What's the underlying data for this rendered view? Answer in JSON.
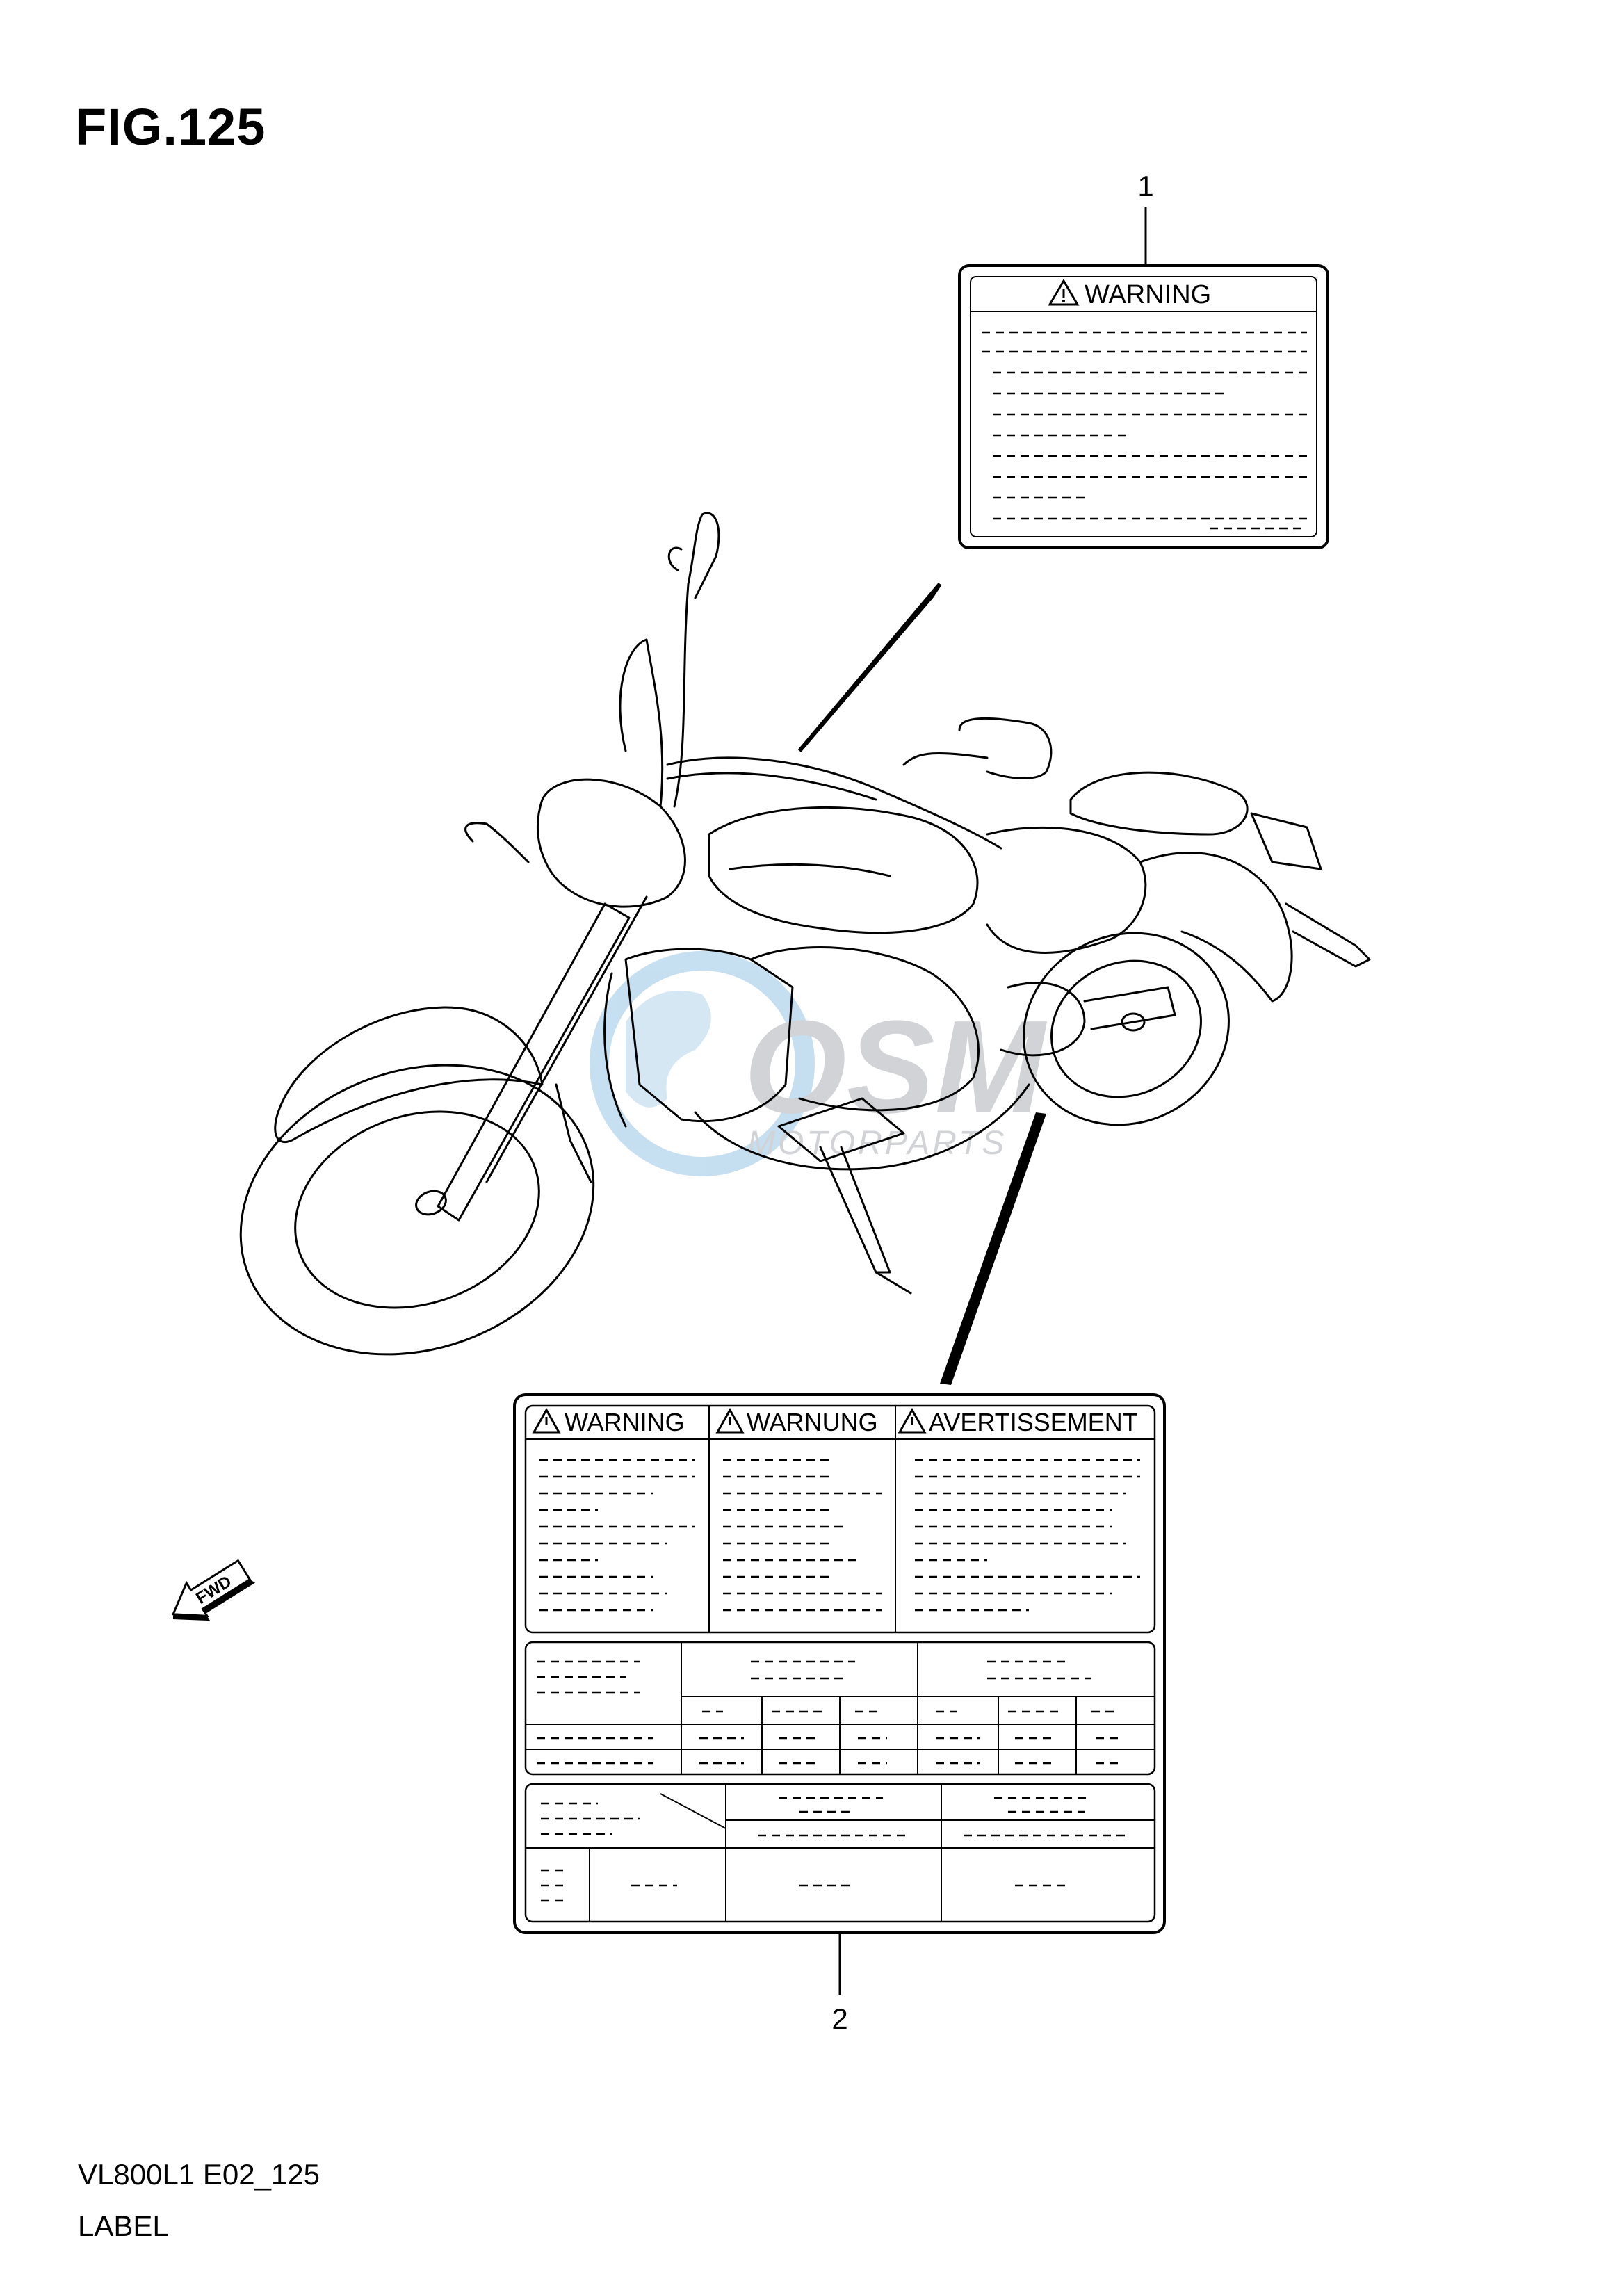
{
  "figure": {
    "title": "FIG.125"
  },
  "callouts": [
    {
      "number": "1"
    },
    {
      "number": "2"
    }
  ],
  "label1": {
    "heading": "WARNING"
  },
  "label2": {
    "headings": [
      "WARNING",
      "WARNUNG",
      "AVERTISSEMENT"
    ]
  },
  "fwd_arrow": {
    "text": "FWD"
  },
  "watermark": {
    "brand": "OSM",
    "subtitle": "MOTORPARTS"
  },
  "footer": {
    "code": "VL800L1 E02_125",
    "name": "LABEL"
  },
  "icons": {
    "warning": "warning-triangle-icon",
    "direction": "fwd-arrow-icon"
  }
}
